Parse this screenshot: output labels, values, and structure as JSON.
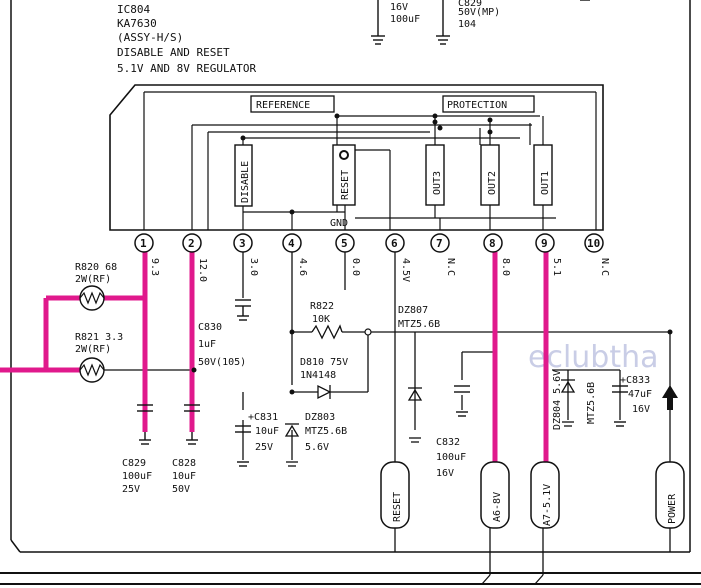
{
  "header": {
    "lines": [
      "IC804",
      "KA7630",
      "(ASSY-H/S)",
      "DISABLE AND RESET",
      "5.1V AND 8V REGULATOR"
    ],
    "top_parts": [
      "16V",
      "100uF",
      "C829",
      "50V(MP)",
      "104"
    ]
  },
  "ic": {
    "reference_label": "REFERENCE",
    "protection_label": "PROTECTION",
    "blocks": [
      "DISABLE",
      "RESET",
      "OUT3",
      "OUT2",
      "OUT1"
    ],
    "gnd_label": "GND",
    "pins": [
      "1",
      "2",
      "3",
      "4",
      "5",
      "6",
      "7",
      "8",
      "9",
      "10"
    ],
    "pin_voltages": [
      "9.3",
      "12.0",
      "3.0",
      "4.6",
      "0.0",
      "4.5V",
      "N.C",
      "8.0",
      "5.1",
      "N.C"
    ]
  },
  "components": {
    "r820": [
      "R820 68",
      "2W(RF)"
    ],
    "r821": [
      "R821 3.3",
      "2W(RF)"
    ],
    "c830": [
      "C830",
      "1uF",
      "50V(105)"
    ],
    "r822": [
      "R822",
      "10K"
    ],
    "dz807": [
      "DZ807",
      "MTZ5.6B"
    ],
    "d810": [
      "D810 75V",
      "1N4148"
    ],
    "c831": [
      "+C831",
      "10uF",
      "25V"
    ],
    "dz803": [
      "DZ803",
      "MTZ5.6B",
      "5.6V"
    ],
    "c832": [
      "C832",
      "100uF",
      "16V"
    ],
    "dz804": [
      "DZ804 5.6V",
      "MTZ5.6B"
    ],
    "c833": [
      "+C833",
      "47uF",
      "16V"
    ],
    "c829": [
      "C829",
      "100uF",
      "25V"
    ],
    "c828": [
      "C828",
      "10uF",
      "50V"
    ]
  },
  "connectors": {
    "reset": "RESET",
    "a6": "A6-8V",
    "a7": "A7-5.1V",
    "power": "POWER"
  },
  "watermark": "eclubtha",
  "colors": {
    "highlight": "#e0198c",
    "ink": "#111111",
    "watermark": "#c9cde6"
  }
}
